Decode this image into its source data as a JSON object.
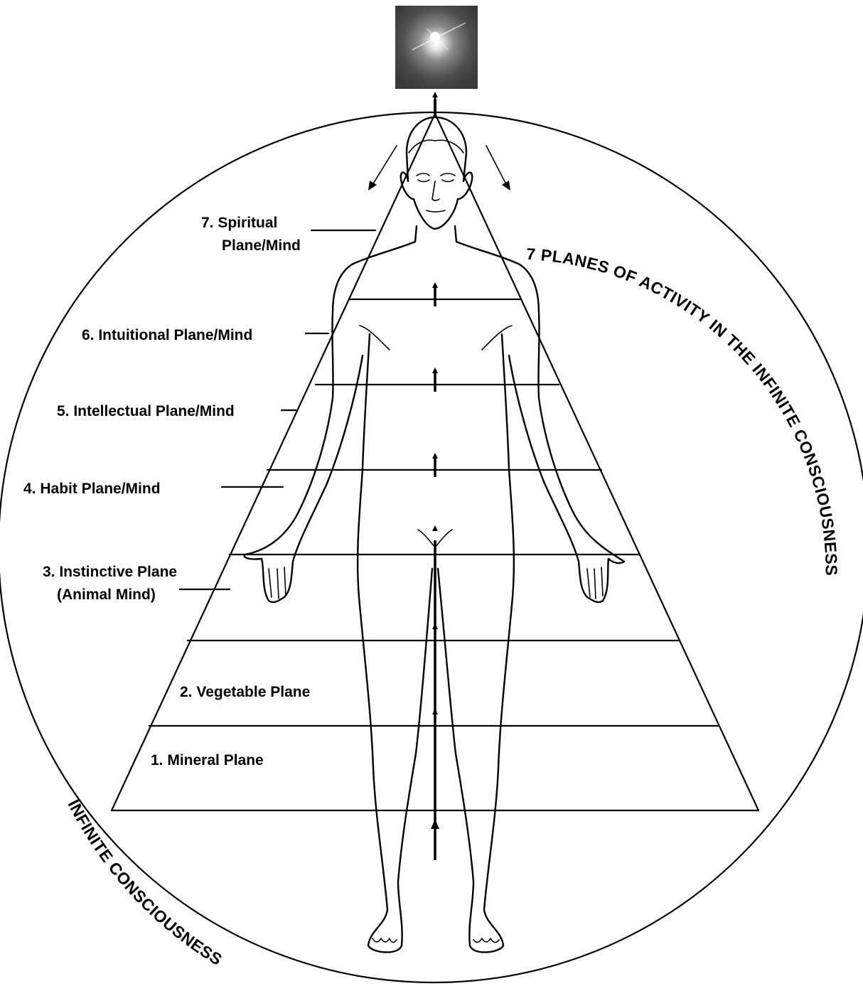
{
  "planes": [
    {
      "id": "spiritual",
      "line1": "7. Spiritual",
      "line2": "Plane/Mind"
    },
    {
      "id": "intuitional",
      "line1": "6. Intuitional Plane/Mind"
    },
    {
      "id": "intellectual",
      "line1": "5. Intellectual Plane/Mind"
    },
    {
      "id": "habit",
      "line1": "4. Habit Plane/Mind"
    },
    {
      "id": "instinctive",
      "line1": "3. Instinctive Plane",
      "line2": "(Animal Mind)"
    },
    {
      "id": "vegetable",
      "line1": "2. Vegetable Plane"
    },
    {
      "id": "mineral",
      "line1": "1. Mineral Plane"
    }
  ],
  "right_arc_text": "7 PLANES OF ACTIVITY IN THE INFINITE CONSCIOUSNESS",
  "bottom_arc_text": "INFINITE CONSCIOUSNESS",
  "icons": {
    "star": "starburst-light",
    "arrow": "up-arrow"
  }
}
